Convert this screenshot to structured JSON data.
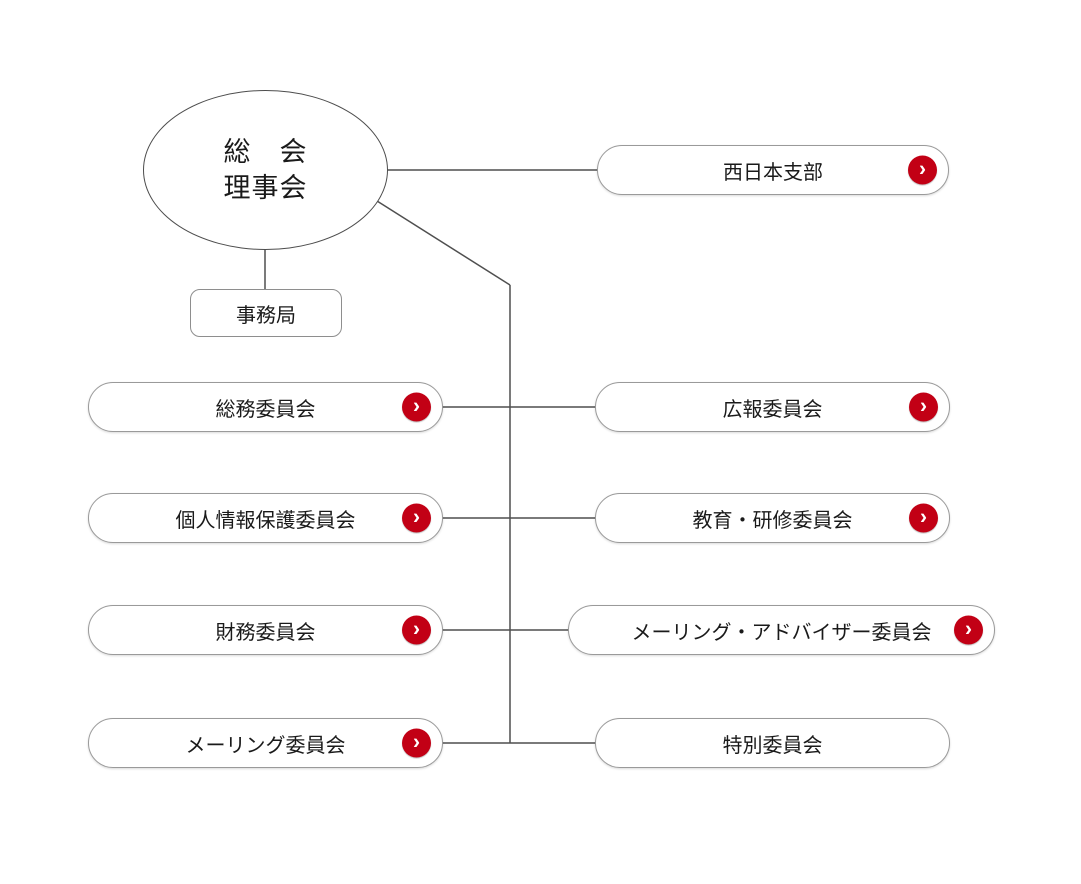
{
  "diagram": {
    "title": "organization-chart",
    "assembly": {
      "line1": "総　会",
      "line2": "理事会"
    },
    "office": {
      "label": "事務局"
    },
    "left_pills": [
      {
        "label": "総務委員会",
        "has_chevron": true
      },
      {
        "label": "個人情報保護委員会",
        "has_chevron": true
      },
      {
        "label": "財務委員会",
        "has_chevron": true
      },
      {
        "label": "メーリング委員会",
        "has_chevron": true
      }
    ],
    "right_pills": [
      {
        "label": "西日本支部",
        "has_chevron": true
      },
      {
        "label": "広報委員会",
        "has_chevron": true
      },
      {
        "label": "教育・研修委員会",
        "has_chevron": true
      },
      {
        "label": "メーリング・アドバイザー委員会",
        "has_chevron": true
      },
      {
        "label": "特別委員会",
        "has_chevron": false
      }
    ],
    "icons": {
      "chevron_glyph": "›",
      "chevron_name": "chevron-right-icon"
    },
    "colors": {
      "accent_red": "#c20015",
      "pill_border": "#9a9a9a",
      "line": "#4f4f4f",
      "background": "#ffffff",
      "text": "#1a1a1a"
    }
  }
}
